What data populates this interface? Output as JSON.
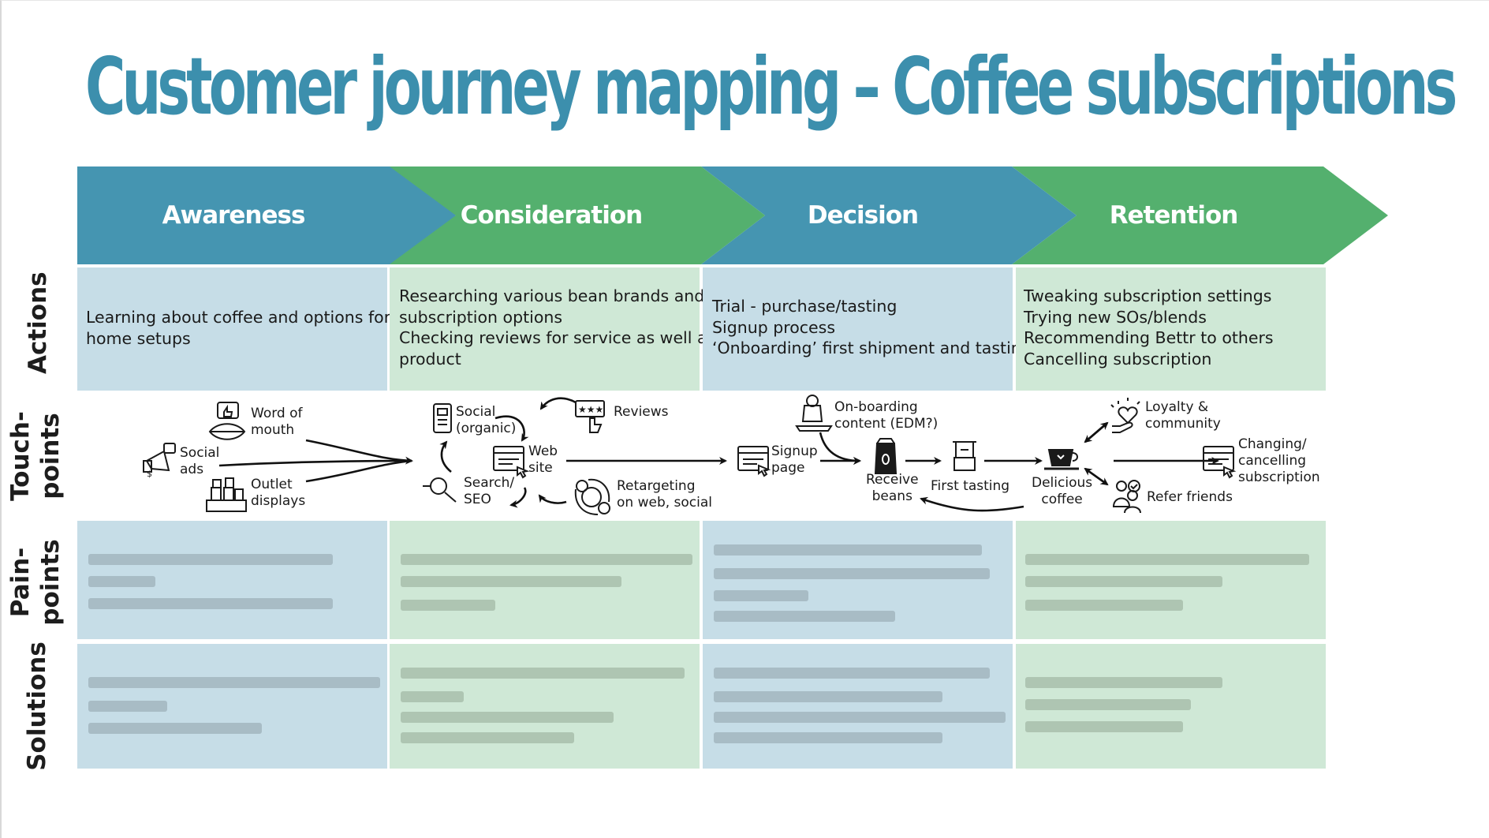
{
  "title": "Customer journey mapping – Coffee subscriptions",
  "colors": {
    "blue": "#4595b1",
    "green": "#54b06e",
    "title": "#3c8fad",
    "cell_blue": "#c6dde7",
    "cell_green": "#cfe8d6"
  },
  "stages": [
    "Awareness",
    "Consideration",
    "Decision",
    "Retention"
  ],
  "row_labels": {
    "actions": "Actions",
    "touchpoints_1": "Touch-",
    "touchpoints_2": "points",
    "painpoints_1": "Pain-",
    "painpoints_2": "points",
    "solutions": "Solutions"
  },
  "actions": {
    "awareness": [
      "Learning about coffee and options for",
      "home setups"
    ],
    "consideration": [
      "Researching various bean brands and",
      "subscription options",
      "Checking reviews for service as well as",
      "product"
    ],
    "decision": [
      "Trial - purchase/tasting",
      "Signup process",
      "‘Onboarding’ first shipment and tasting"
    ],
    "retention": [
      "Tweaking subscription settings",
      "Trying new SOs/blends",
      "Recommending Bettr to others",
      "Cancelling subscription"
    ]
  },
  "touchpoints": {
    "word_of_mouth": [
      "Word of",
      "mouth"
    ],
    "social_ads": [
      "Social",
      "ads"
    ],
    "outlet_displays": [
      "Outlet",
      "displays"
    ],
    "social_organic": [
      "Social",
      "(organic)"
    ],
    "reviews": "Reviews",
    "web_site": [
      "Web",
      "site"
    ],
    "search_seo": [
      "Search/",
      "SEO"
    ],
    "retargeting": [
      "Retargeting",
      "on web, social"
    ],
    "signup_page": [
      "Signup",
      "page"
    ],
    "onboarding_content": [
      "On-boarding",
      "content (EDM?)"
    ],
    "receive_beans": [
      "Receive",
      "beans"
    ],
    "first_tasting": "First tasting",
    "delicious_coffee": [
      "Delicious",
      "coffee"
    ],
    "loyalty": [
      "Loyalty &",
      "community"
    ],
    "refer_friends": "Refer friends",
    "changing": [
      "Changing/",
      "cancelling",
      "subscription"
    ]
  },
  "icons": [
    "lips-thumbs-up-icon",
    "megaphone-icon",
    "store-shelf-icon",
    "phone-social-icon",
    "review-stars-icon",
    "browser-window-icon",
    "magnifier-icon",
    "dollar-cycle-icon",
    "signup-browser-icon",
    "barista-icon",
    "coffee-bag-icon",
    "espresso-machine-icon",
    "coffee-cup-icon",
    "heart-hand-icon",
    "people-check-icon",
    "settings-browser-icon"
  ]
}
